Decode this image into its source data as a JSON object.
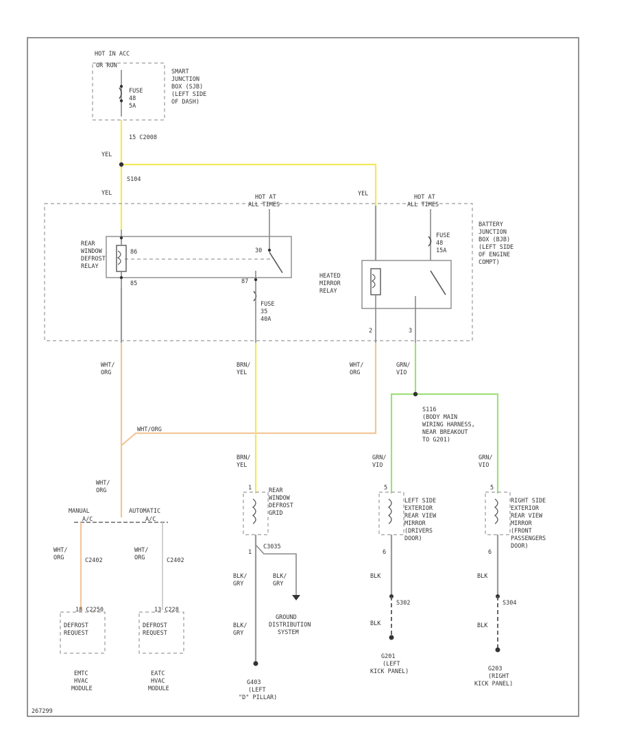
{
  "fuse_box_smart": {
    "hot_label": "HOT IN ACC",
    "sub_label": "OR RUN",
    "fuse_text": [
      "FUSE",
      "48",
      "5A"
    ],
    "description": [
      "SMART",
      "JUNCTION",
      "BOX (SJB)",
      "(LEFT SIDE",
      "OF DASH)"
    ]
  },
  "connector_c2008": "15  C2008",
  "wire_labels": {
    "yel_1": "YEL",
    "yel_2": "YEL",
    "yel_3": "YEL",
    "s104": "S104",
    "wht_org_1": [
      "WHT/",
      "ORG"
    ],
    "brn_yel_1": [
      "BRN/",
      "YEL"
    ],
    "wht_org_2": [
      "WHT/",
      "ORG"
    ],
    "grn_vio_1": [
      "GRN/",
      "VIO"
    ],
    "wht_org_horiz": "WHT/ORG",
    "wht_org_3": [
      "WHT/",
      "ORG"
    ],
    "brn_yel_2": [
      "BRN/",
      "YEL"
    ],
    "grn_vio_2": [
      "GRN/",
      "VIO"
    ],
    "grn_vio_3": [
      "GRN/",
      "VIO"
    ],
    "wht_org_man": [
      "WHT/",
      "ORG"
    ],
    "wht_org_auto": [
      "WHT/",
      "ORG"
    ],
    "blk_gry_1": [
      "BLK/",
      "GRY"
    ],
    "blk_gry_2": [
      "BLK/",
      "GRY"
    ],
    "blk_gry_3": [
      "BLK/",
      "GRY"
    ],
    "blk_1": "BLK",
    "blk_2": "BLK",
    "blk_3": "BLK",
    "blk_4": "BLK"
  },
  "battery_box": {
    "hot1": [
      "HOT AT",
      "ALL TIMES"
    ],
    "hot2": [
      "HOT AT",
      "ALL TIMES"
    ],
    "description": [
      "BATTERY",
      "JUNCTION",
      "BOX (BJB)",
      "(LEFT SIDE",
      "OF ENGINE",
      "COMPT)"
    ],
    "rear_relay": [
      "REAR",
      "WINDOW",
      "DEFROST",
      "RELAY"
    ],
    "mirror_relay": [
      "HEATED",
      "MIRROR",
      "RELAY"
    ],
    "pin_86": "86",
    "pin_85": "85",
    "pin_30": "30",
    "pin_87": "87",
    "fuse_a": [
      "FUSE",
      "35",
      "40A"
    ],
    "fuse_b": [
      "FUSE",
      "48",
      "15A"
    ],
    "pin_2": "2",
    "pin_3": "3"
  },
  "splice_s116": [
    "S116",
    "(BODY MAIN",
    "WIRING HARNESS,",
    "NEAR BREAKOUT",
    "TO G201)"
  ],
  "option_labels": {
    "manual": "MANUAL",
    "manual_sub": "A/C",
    "automatic": "AUTOMATIC",
    "automatic_sub": "A/C"
  },
  "connectors": {
    "c2402_a": "C2402",
    "c2402_b": "C2402",
    "c3035": "C3035",
    "c228": "13  C228",
    "c2250": "18  C2250"
  },
  "modules": {
    "emtc": {
      "box": [
        "DEFROST",
        "REQUEST"
      ],
      "name": [
        "EMTC",
        "HVAC",
        "MODULE"
      ]
    },
    "eatc": {
      "box": [
        "DEFROST",
        "REQUEST"
      ],
      "name": [
        "EATC",
        "HVAC",
        "MODULE"
      ]
    }
  },
  "grids": {
    "rear_grid": [
      "REAR",
      "WINDOW",
      "DEFROST",
      "GRID"
    ],
    "left_mirror": [
      "LEFT SIDE",
      "EXTERIOR",
      "REAR VIEW",
      "MIRROR",
      "(DRIVERS",
      "DOOR)"
    ],
    "right_mirror": [
      "RIGHT SIDE",
      "EXTERIOR",
      "REAR VIEW",
      "MIRROR",
      "(FRONT",
      "PASSENGERS",
      "DOOR)"
    ],
    "pin_rear_top": "1",
    "pin_rear_bot": "1",
    "pin_left_top": "5",
    "pin_left_bot": "6",
    "pin_right_top": "5",
    "pin_right_bot": "6"
  },
  "splices": {
    "s302": "S302",
    "s304": "S304"
  },
  "grounds": {
    "g403": [
      "G403",
      "(LEFT",
      "\"D\" PILLAR)"
    ],
    "g201": [
      "G201",
      "(LEFT",
      "KICK PANEL)"
    ],
    "g203": [
      "G203",
      "(RIGHT",
      "KICK PANEL)"
    ],
    "gds": [
      "GROUND",
      "DISTRIBUTION",
      "SYSTEM"
    ]
  },
  "footer_code": "267299",
  "colors": {
    "yellow": "#f2e85a",
    "orange": "#f2c69a",
    "green": "#9fe07a",
    "black": "#9a9a9a"
  }
}
